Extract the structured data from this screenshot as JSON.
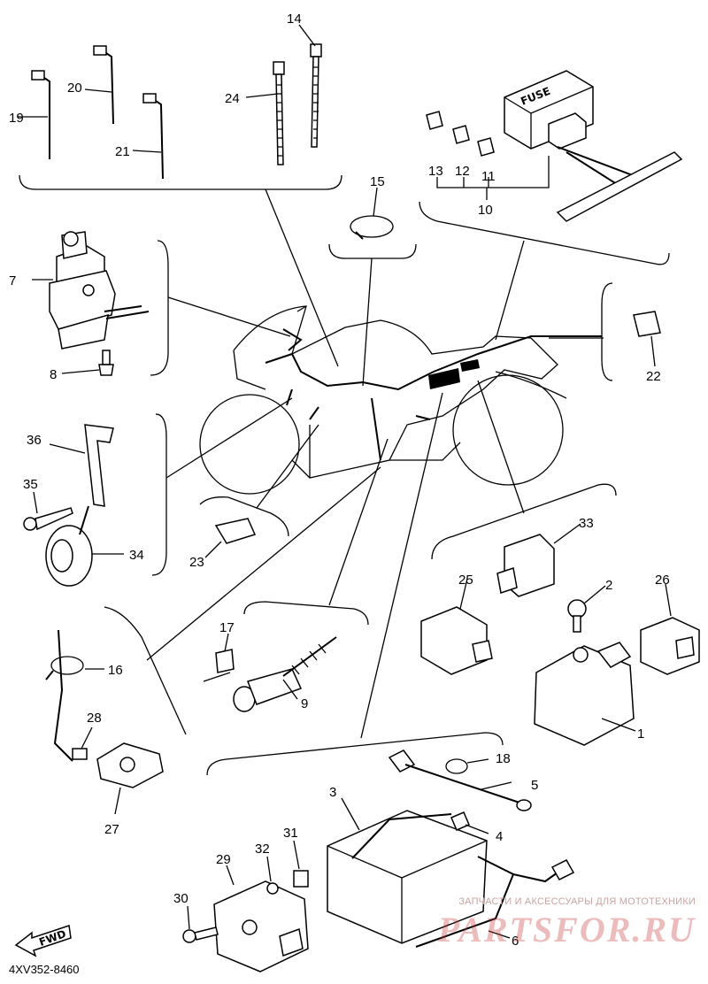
{
  "diagram": {
    "doc_code": "4XV352-8460",
    "fwd_label": "FWD",
    "fuse_label": "FUSE",
    "watermark": {
      "line1": "ЗАПЧАСТИ И АКСЕССУАРЫ ДЛЯ МОТОТЕХНИКИ",
      "line2": "PARTSFOR.RU"
    },
    "callouts": {
      "c1": "1",
      "c2": "2",
      "c3": "3",
      "c4": "4",
      "c5": "5",
      "c6": "6",
      "c7": "7",
      "c8": "8",
      "c9": "9",
      "c10": "10",
      "c11": "11",
      "c12": "12",
      "c13": "13",
      "c14": "14",
      "c15": "15",
      "c16": "16",
      "c17": "17",
      "c18": "18",
      "c19": "19",
      "c20": "20",
      "c21": "21",
      "c22": "22",
      "c23": "23",
      "c24": "24",
      "c25": "25",
      "c26": "26",
      "c27": "27",
      "c28": "28",
      "c29": "29",
      "c30": "30",
      "c31": "31",
      "c32": "32",
      "c33": "33",
      "c34": "34",
      "c35": "35",
      "c36": "36"
    }
  }
}
